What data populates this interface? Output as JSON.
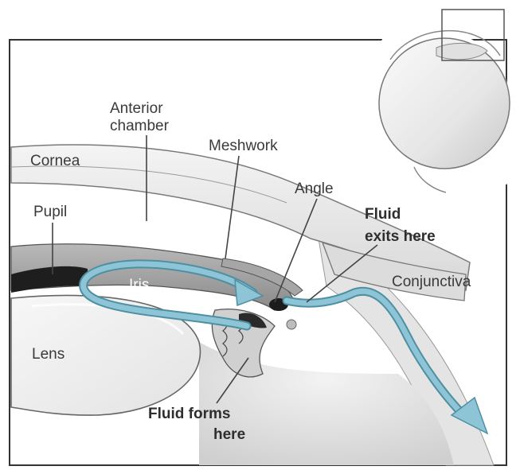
{
  "labels": {
    "anterior_chamber_1": "Anterior",
    "anterior_chamber_2": "chamber",
    "meshwork": "Meshwork",
    "cornea": "Cornea",
    "angle": "Angle",
    "pupil": "Pupil",
    "fluid_exits_1": "Fluid",
    "fluid_exits_2": "exits here",
    "iris": "Iris",
    "conjunctiva": "Conjunctiva",
    "lens": "Lens",
    "fluid_forms_1": "Fluid forms",
    "fluid_forms_2": "here"
  },
  "colors": {
    "fluid": "#8ec5d6",
    "fluid_outline": "#4f8fa3",
    "tissue_light": "#ececec",
    "tissue_mid": "#cfcfcf",
    "tissue_dark": "#7a7a7a",
    "frame": "#333333"
  }
}
